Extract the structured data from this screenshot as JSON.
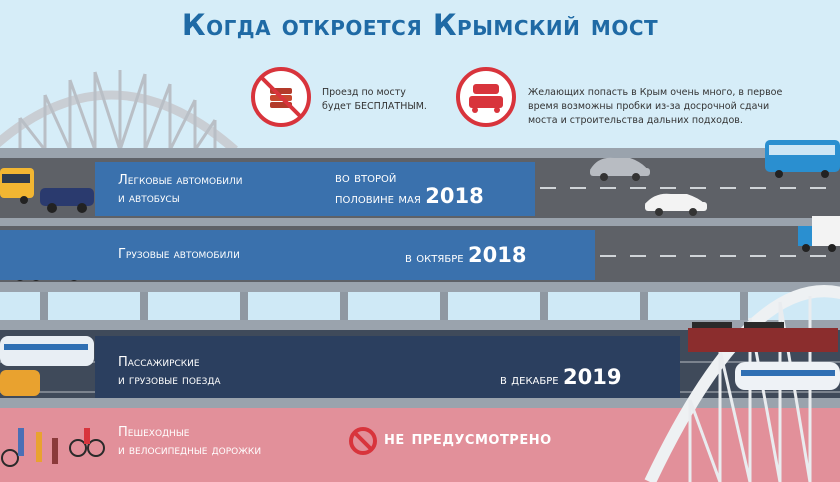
{
  "title": "Когда откроется Крымский мост",
  "notes": {
    "free": {
      "line1": "Проезд по мосту",
      "line2": "будет БЕСПЛАТНЫМ.",
      "icon": "no-money-icon"
    },
    "jams": {
      "line1": "Желающих попасть в Крым очень много, в первое",
      "line2": "время возможны пробки из-за досрочной сдачи",
      "line3": "моста и строительства дальних подходов.",
      "icon": "traffic-jam-icon"
    }
  },
  "rows": {
    "cars": {
      "label1": "Легковые автомобили",
      "label2": "и автобусы",
      "date1": "во второй",
      "date2": "половине мая",
      "year": "2018"
    },
    "trucks": {
      "label1": "Грузовые автомобили",
      "date": "в октябре",
      "year": "2018"
    },
    "trains": {
      "label1": "Пассажирские",
      "label2": "и грузовые поезда",
      "date": "в декабре",
      "year": "2019"
    },
    "pedestrians": {
      "label1": "Пешеходные",
      "label2": "и велосипедные дорожки",
      "status": "не предусмотрено"
    }
  },
  "colors": {
    "sky": "#cfe9f6",
    "road": "#5e6167",
    "blue_band": "#3a71ad",
    "rail_band": "#2b3f5f",
    "pedestrian_band": "#e2909a",
    "title": "#1f6aa5",
    "forbidden_red": "#d8343c"
  }
}
